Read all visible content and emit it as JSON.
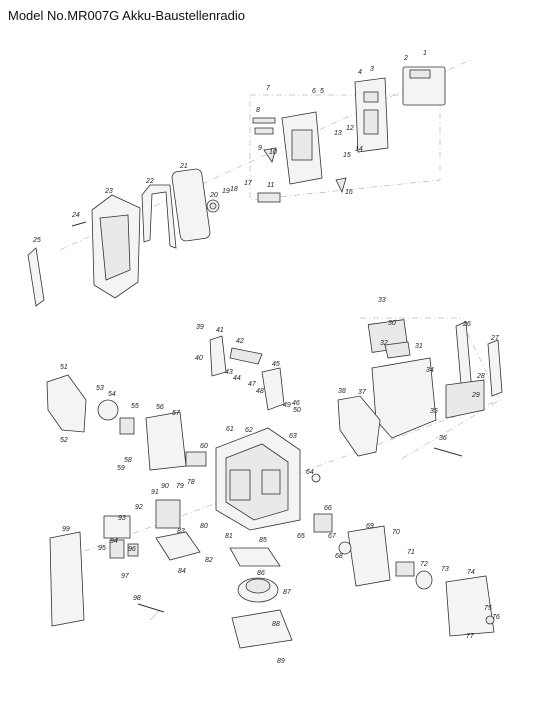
{
  "title": "Model No.MR007G Akku-Baustellenradio",
  "part_numbers": [
    "1",
    "2",
    "3",
    "4",
    "5",
    "6",
    "7",
    "8",
    "9",
    "10",
    "11",
    "12",
    "13",
    "14",
    "15",
    "16",
    "17",
    "18",
    "19",
    "20",
    "21",
    "22",
    "23",
    "24",
    "25",
    "26",
    "27",
    "28",
    "29",
    "30",
    "31",
    "32",
    "33",
    "34",
    "35",
    "36",
    "37",
    "38",
    "39",
    "40",
    "41",
    "42",
    "43",
    "44",
    "45",
    "46",
    "47",
    "48",
    "49",
    "50",
    "51",
    "52",
    "53",
    "54",
    "55",
    "56",
    "57",
    "58",
    "59",
    "60",
    "61",
    "62",
    "63",
    "64",
    "65",
    "66",
    "67",
    "68",
    "69",
    "70",
    "71",
    "72",
    "73",
    "74",
    "75",
    "76",
    "77",
    "78",
    "79",
    "80",
    "81",
    "82",
    "83",
    "84",
    "85",
    "86",
    "87",
    "88",
    "89",
    "90",
    "91",
    "92",
    "93",
    "94",
    "95",
    "96",
    "97",
    "98",
    "99"
  ]
}
